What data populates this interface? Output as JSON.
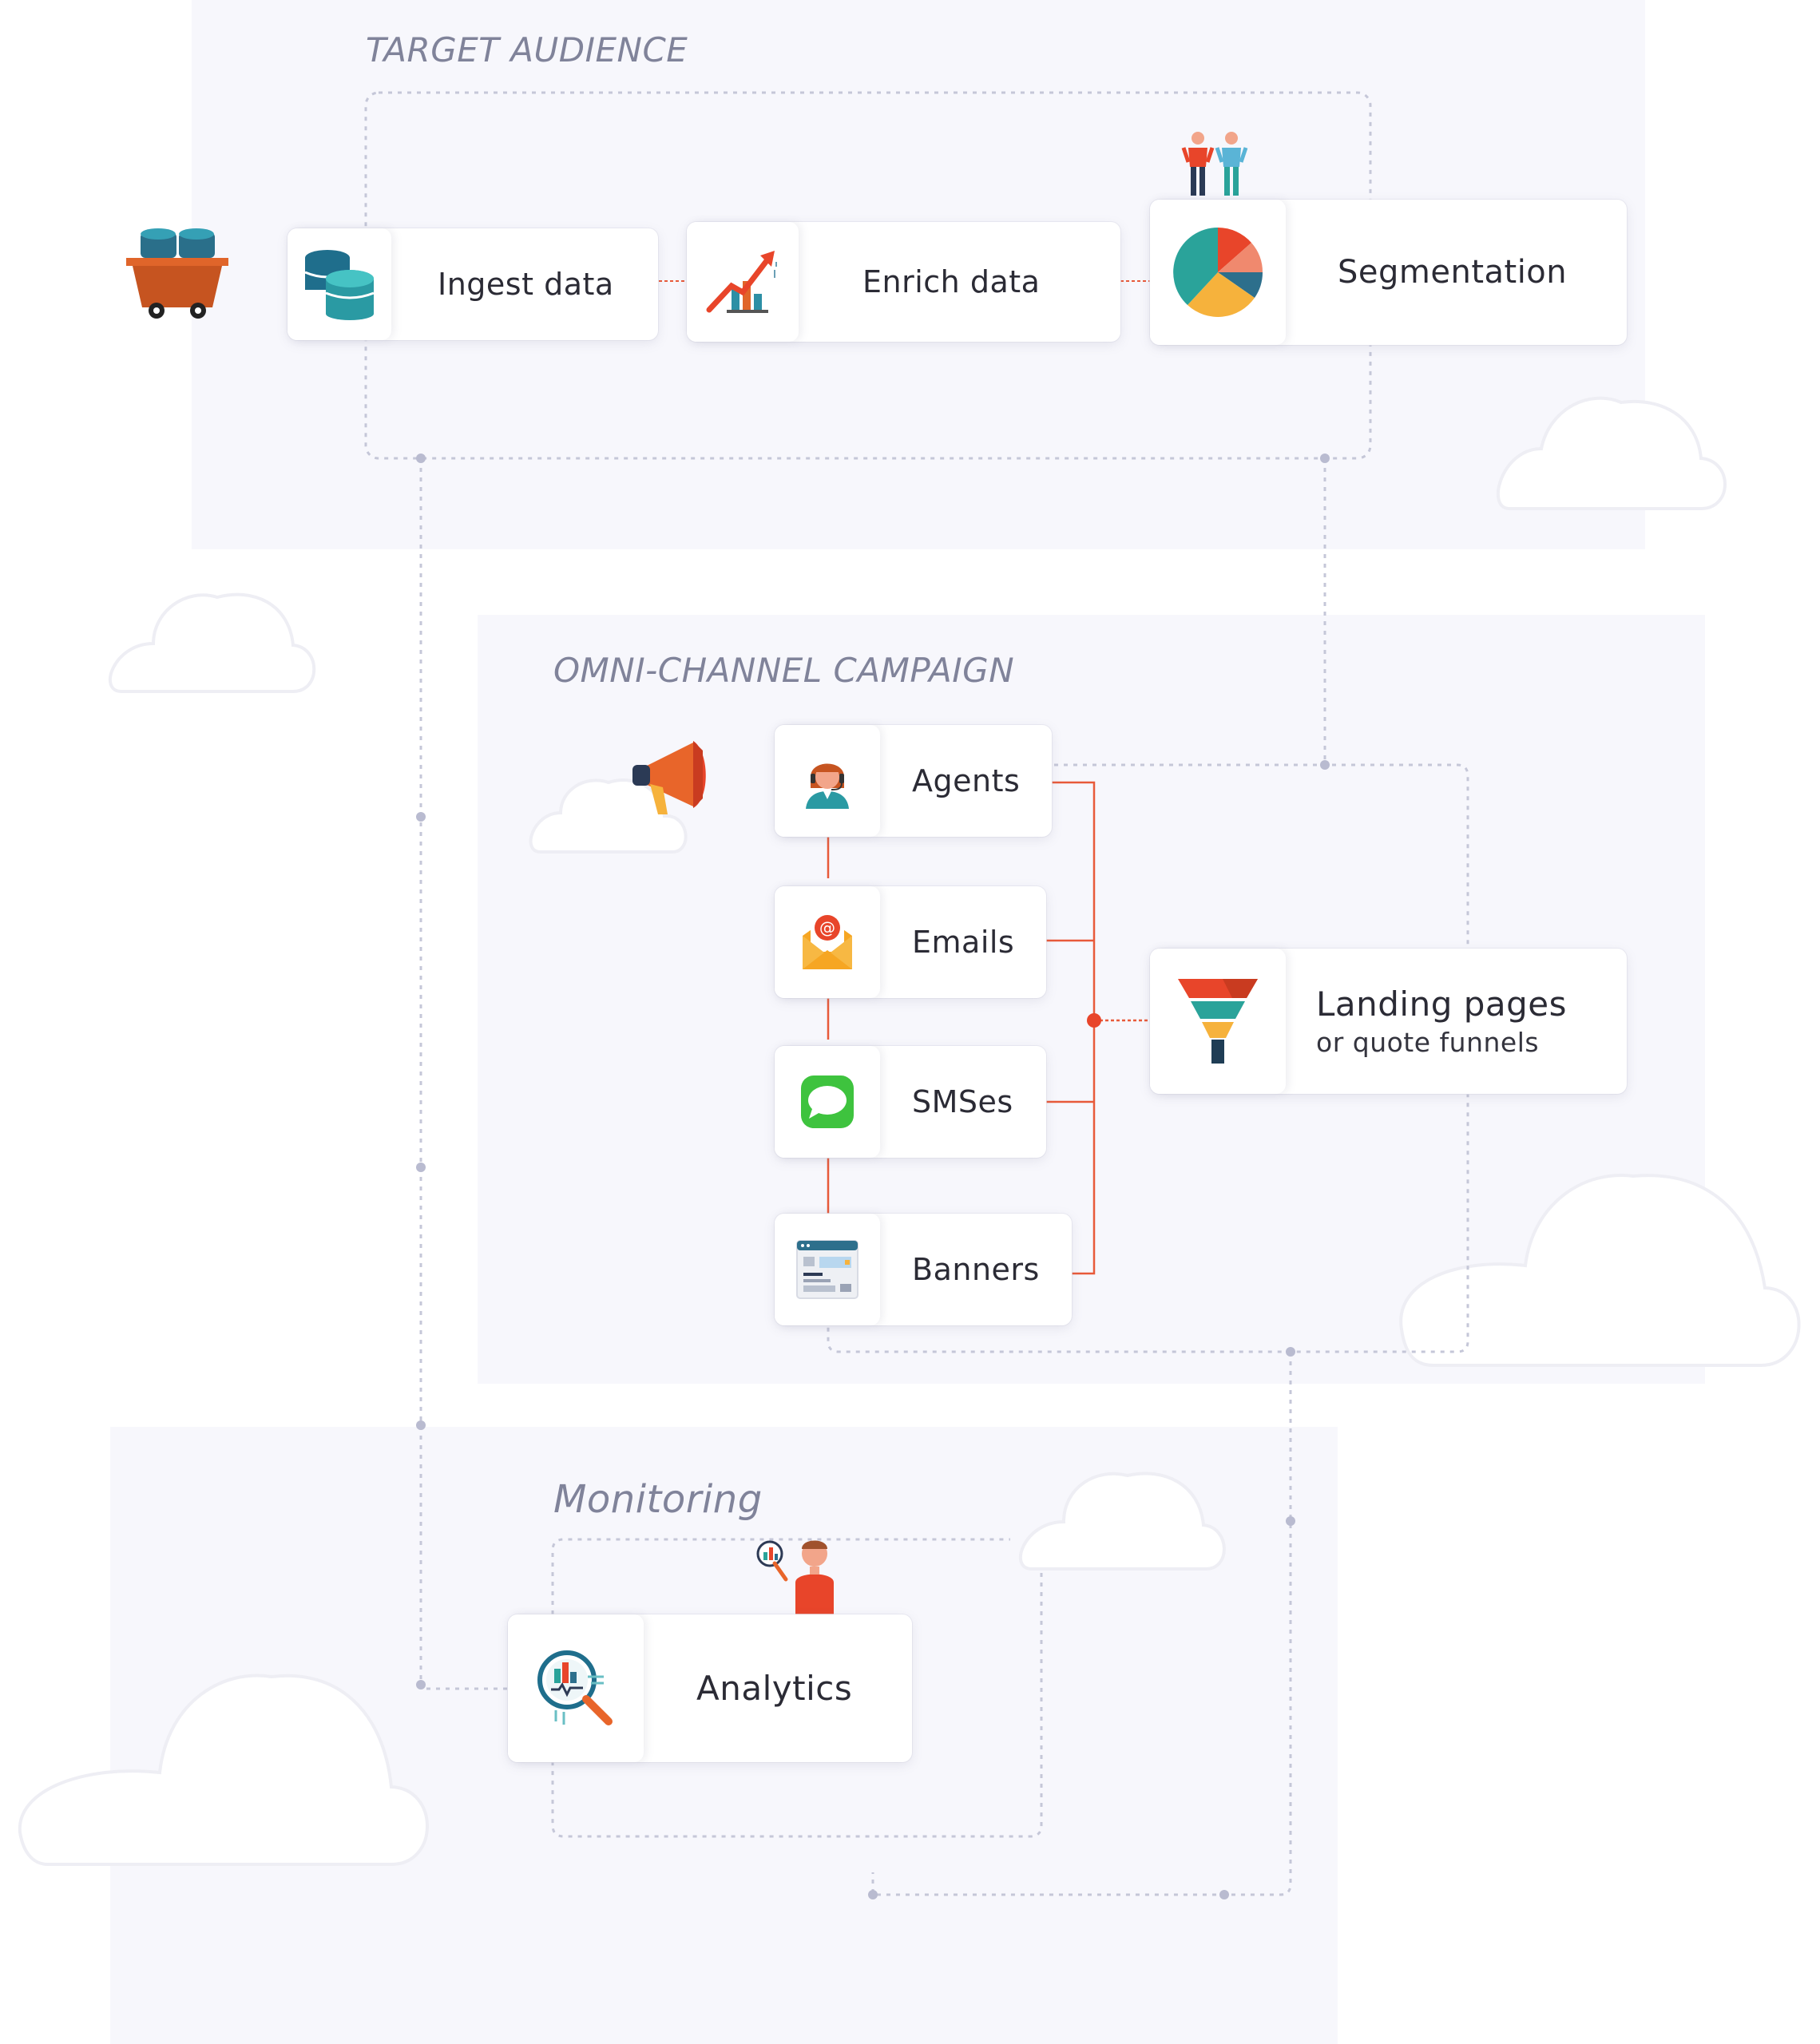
{
  "sections": {
    "target_audience": "TARGET AUDIENCE",
    "omni_channel": "OMNI-CHANNEL CAMPAIGN",
    "monitoring": "Monitoring"
  },
  "steps": {
    "ingest": "Ingest data",
    "enrich": "Enrich data",
    "segmentation": "Segmentation"
  },
  "channels": {
    "agents": "Agents",
    "emails": "Emails",
    "smses": "SMSes",
    "banners": "Banners"
  },
  "landing": {
    "title": "Landing pages",
    "subtitle": "or quote funnels"
  },
  "analytics": "Analytics",
  "colors": {
    "connector": "#e85a3a",
    "dotted": "#b9bbd0",
    "panel": "#f7f7fc"
  }
}
